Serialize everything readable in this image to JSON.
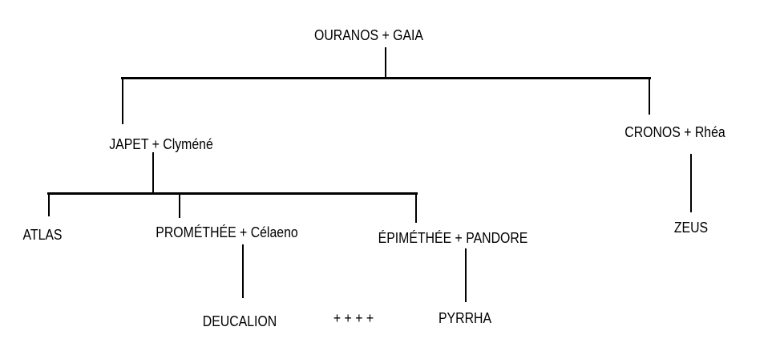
{
  "tree": {
    "root": "OURANOS + GAIA",
    "gen1": {
      "left": "JAPET + Clyméné",
      "right": "CRONOS + Rhéa"
    },
    "gen2": {
      "atlas": "ATLAS",
      "promethee": "PROMÉTHÉE + Célaeno",
      "epimethee": "ÉPIMÉTHÉE + PANDORE",
      "zeus": "ZEUS"
    },
    "gen3": {
      "deucalion": "DEUCALION",
      "union": "+ + + +",
      "pyrrha": "PYRRHA"
    }
  }
}
